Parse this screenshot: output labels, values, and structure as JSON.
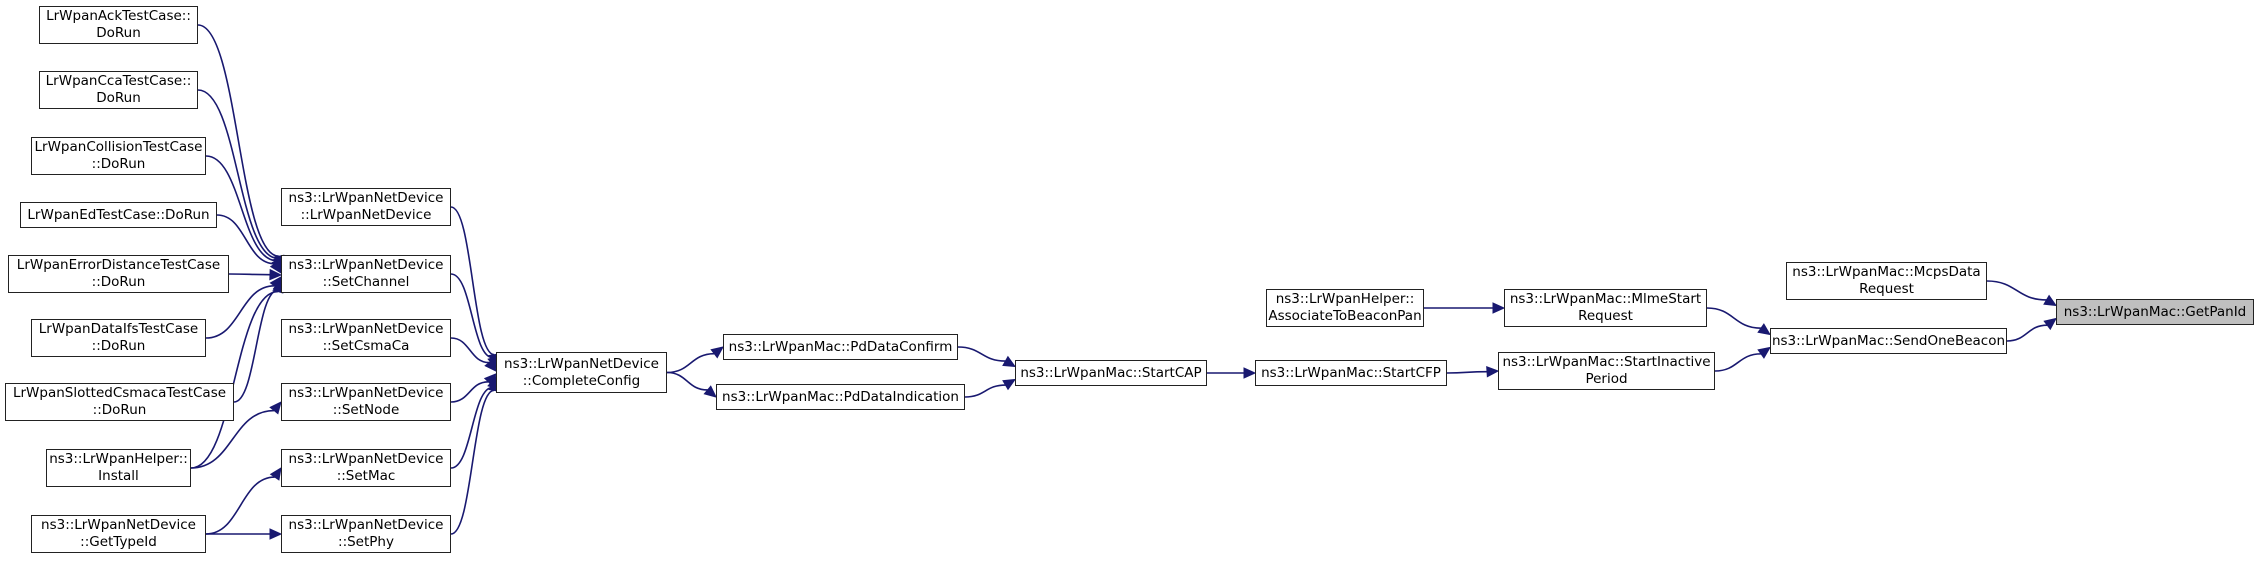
{
  "diagram": {
    "root_id": "getpanid",
    "nodes": [
      {
        "id": "getpanid",
        "lines": [
          "ns3::LrWpanMac::GetPanId"
        ]
      },
      {
        "id": "mcpsdatarequest",
        "lines": [
          "ns3::LrWpanMac::McpsData",
          "Request"
        ]
      },
      {
        "id": "sendonebeacon",
        "lines": [
          "ns3::LrWpanMac::SendOneBeacon"
        ]
      },
      {
        "id": "mlmestartrequest",
        "lines": [
          "ns3::LrWpanMac::MlmeStart",
          "Request"
        ]
      },
      {
        "id": "startinactiveperiod",
        "lines": [
          "ns3::LrWpanMac::StartInactive",
          "Period"
        ]
      },
      {
        "id": "associatetobeaconpan",
        "lines": [
          "ns3::LrWpanHelper::",
          "AssociateToBeaconPan"
        ]
      },
      {
        "id": "startcfp",
        "lines": [
          "ns3::LrWpanMac::StartCFP"
        ]
      },
      {
        "id": "startcap",
        "lines": [
          "ns3::LrWpanMac::StartCAP"
        ]
      },
      {
        "id": "pddataconfirm",
        "lines": [
          "ns3::LrWpanMac::PdDataConfirm"
        ]
      },
      {
        "id": "pddataindication",
        "lines": [
          "ns3::LrWpanMac::PdDataIndication"
        ]
      },
      {
        "id": "completeconfig",
        "lines": [
          "ns3::LrWpanNetDevice",
          "::CompleteConfig"
        ]
      },
      {
        "id": "lrwpannetdevice",
        "lines": [
          "ns3::LrWpanNetDevice",
          "::LrWpanNetDevice"
        ]
      },
      {
        "id": "setchannel",
        "lines": [
          "ns3::LrWpanNetDevice",
          "::SetChannel"
        ]
      },
      {
        "id": "setcsmaca",
        "lines": [
          "ns3::LrWpanNetDevice",
          "::SetCsmaCa"
        ]
      },
      {
        "id": "setnode",
        "lines": [
          "ns3::LrWpanNetDevice",
          "::SetNode"
        ]
      },
      {
        "id": "setmac",
        "lines": [
          "ns3::LrWpanNetDevice",
          "::SetMac"
        ]
      },
      {
        "id": "setphy",
        "lines": [
          "ns3::LrWpanNetDevice",
          "::SetPhy"
        ]
      },
      {
        "id": "acktest",
        "lines": [
          "LrWpanAckTestCase::",
          "DoRun"
        ]
      },
      {
        "id": "ccatest",
        "lines": [
          "LrWpanCcaTestCase::",
          "DoRun"
        ]
      },
      {
        "id": "collisiontest",
        "lines": [
          "LrWpanCollisionTestCase",
          "::DoRun"
        ]
      },
      {
        "id": "edtest",
        "lines": [
          "LrWpanEdTestCase::DoRun"
        ]
      },
      {
        "id": "errordisttest",
        "lines": [
          "LrWpanErrorDistanceTestCase",
          "::DoRun"
        ]
      },
      {
        "id": "dataifstest",
        "lines": [
          "LrWpanDataIfsTestCase",
          "::DoRun"
        ]
      },
      {
        "id": "slottedcsmatest",
        "lines": [
          "LrWpanSlottedCsmacaTestCase",
          "::DoRun"
        ]
      },
      {
        "id": "helperinstall",
        "lines": [
          "ns3::LrWpanHelper::",
          "Install"
        ]
      },
      {
        "id": "gettypeid",
        "lines": [
          "ns3::LrWpanNetDevice",
          "::GetTypeId"
        ]
      }
    ],
    "edges": [
      {
        "from": "mcpsdatarequest",
        "to": "getpanid"
      },
      {
        "from": "sendonebeacon",
        "to": "getpanid"
      },
      {
        "from": "mlmestartrequest",
        "to": "sendonebeacon"
      },
      {
        "from": "startinactiveperiod",
        "to": "sendonebeacon"
      },
      {
        "from": "associatetobeaconpan",
        "to": "mlmestartrequest"
      },
      {
        "from": "startcfp",
        "to": "startinactiveperiod"
      },
      {
        "from": "startcap",
        "to": "startcfp"
      },
      {
        "from": "pddataconfirm",
        "to": "startcap"
      },
      {
        "from": "pddataindication",
        "to": "startcap"
      },
      {
        "from": "completeconfig",
        "to": "pddataconfirm"
      },
      {
        "from": "completeconfig",
        "to": "pddataindication"
      },
      {
        "from": "lrwpannetdevice",
        "to": "completeconfig"
      },
      {
        "from": "setchannel",
        "to": "completeconfig"
      },
      {
        "from": "setcsmaca",
        "to": "completeconfig"
      },
      {
        "from": "setnode",
        "to": "completeconfig"
      },
      {
        "from": "setmac",
        "to": "completeconfig"
      },
      {
        "from": "setphy",
        "to": "completeconfig"
      },
      {
        "from": "acktest",
        "to": "setchannel"
      },
      {
        "from": "ccatest",
        "to": "setchannel"
      },
      {
        "from": "collisiontest",
        "to": "setchannel"
      },
      {
        "from": "edtest",
        "to": "setchannel"
      },
      {
        "from": "errordisttest",
        "to": "setchannel"
      },
      {
        "from": "dataifstest",
        "to": "setchannel"
      },
      {
        "from": "slottedcsmatest",
        "to": "setchannel"
      },
      {
        "from": "helperinstall",
        "to": "setchannel"
      },
      {
        "from": "helperinstall",
        "to": "setnode"
      },
      {
        "from": "gettypeid",
        "to": "setmac"
      },
      {
        "from": "gettypeid",
        "to": "setphy"
      }
    ],
    "colors": {
      "edge": "#191970",
      "root_fill": "#bfbfbf",
      "node_fill": "#ffffff",
      "node_border": "#222222"
    }
  }
}
